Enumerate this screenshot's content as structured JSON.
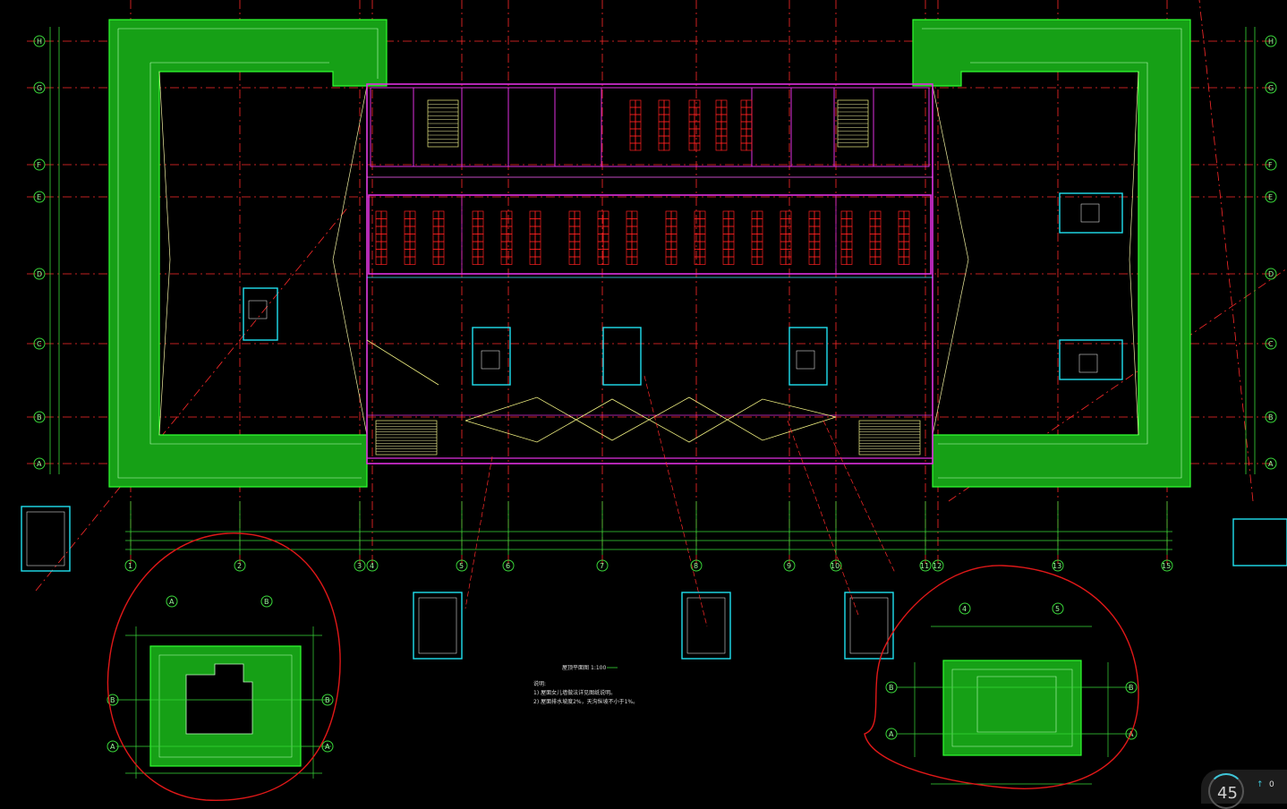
{
  "colors": {
    "background": "#000000",
    "axis_grid": "#ff2a2a",
    "dimension": "#39d839",
    "roof_hatch": "#20c020",
    "wall": "#e030e0",
    "furniture": "#ff2020",
    "equipment": "#20e0f0",
    "construction": "#f0f080",
    "annotation_circle": "#e01818"
  },
  "drawing": {
    "grid_row_labels": [
      "H",
      "G",
      "F",
      "E",
      "D",
      "C",
      "B",
      "A"
    ],
    "grid_col_labels": [
      "1",
      "2",
      "3",
      "4",
      "5",
      "6",
      "7",
      "8",
      "9",
      "10",
      "11",
      "12",
      "13",
      "15"
    ],
    "detail_left_labels": [
      "A",
      "B",
      "B",
      "A",
      "B",
      "A"
    ],
    "detail_right_labels": [
      "4",
      "5",
      "B",
      "B",
      "A",
      "A"
    ],
    "note_title": "屋顶平面图",
    "note_scale": "1:100",
    "notes_heading": "说明:",
    "notes": [
      "1) 屋面女儿墙做法详见图纸说明。",
      "2) 屋面排水坡度2%，天沟纵坡不小于1%。"
    ]
  },
  "status": {
    "zoom_value": "45",
    "up_count": "0",
    "up_icon": "arrow-up-icon"
  }
}
